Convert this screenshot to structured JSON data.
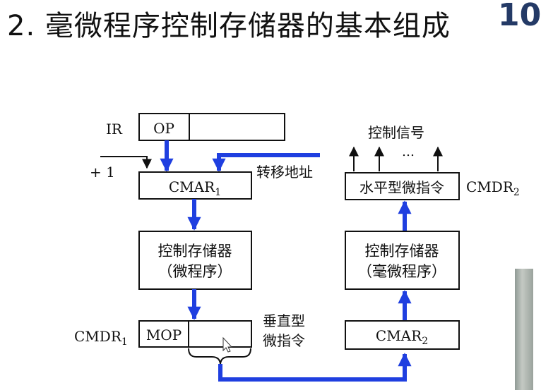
{
  "slide": {
    "title": "2. 毫微程序控制存储器的基本组成",
    "page_number": "10"
  },
  "diagram": {
    "ir_label": "IR",
    "op_field": "OP",
    "plus_one": "+ 1",
    "cmar1": "CMAR",
    "cmar1_sub": "1",
    "transfer_address": "转移地址",
    "cs_left_line1": "控制存储器",
    "cs_left_line2": "（微程序）",
    "cmdr1": "CMDR",
    "cmdr1_sub": "1",
    "mop_field": "MOP",
    "vertical_line1": "垂直型",
    "vertical_line2": "微指令",
    "control_signals": "控制信号",
    "ellipsis": "…",
    "horizontal_instr": "水平型微指令",
    "cmdr2": "CMDR",
    "cmdr2_sub": "2",
    "cs_right_line1": "控制存储器",
    "cs_right_line2": "（毫微程序）",
    "cmar2": "CMAR",
    "cmar2_sub": "2"
  },
  "colors": {
    "flow_arrow": "#1f3fe0",
    "box_border": "#111111",
    "page_number": "#243a66"
  },
  "icons": [
    "mouse-cursor-icon"
  ]
}
